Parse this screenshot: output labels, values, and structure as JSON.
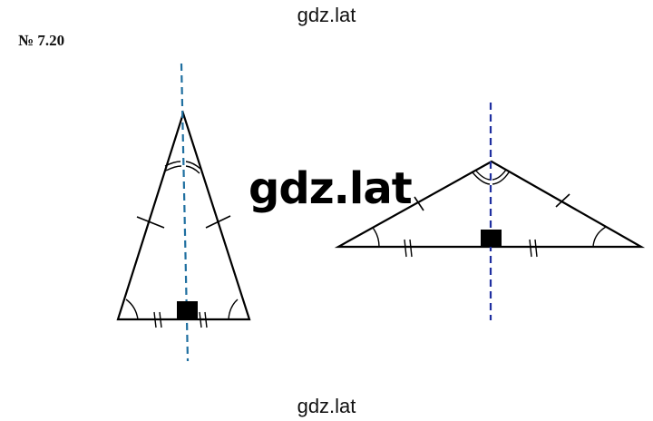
{
  "watermark": {
    "top": "gdz.lat",
    "center": "gdz.lat",
    "bottom": "gdz.lat"
  },
  "problem": {
    "number": "№ 7.20"
  },
  "figures": [
    {
      "kind": "acute isosceles triangle with symmetry axis",
      "axis_color": "#1f6fa0"
    },
    {
      "kind": "obtuse isosceles triangle with symmetry axis",
      "axis_color": "#1f2fa0"
    }
  ],
  "colors": {
    "stroke": "#000000",
    "background": "#ffffff"
  }
}
